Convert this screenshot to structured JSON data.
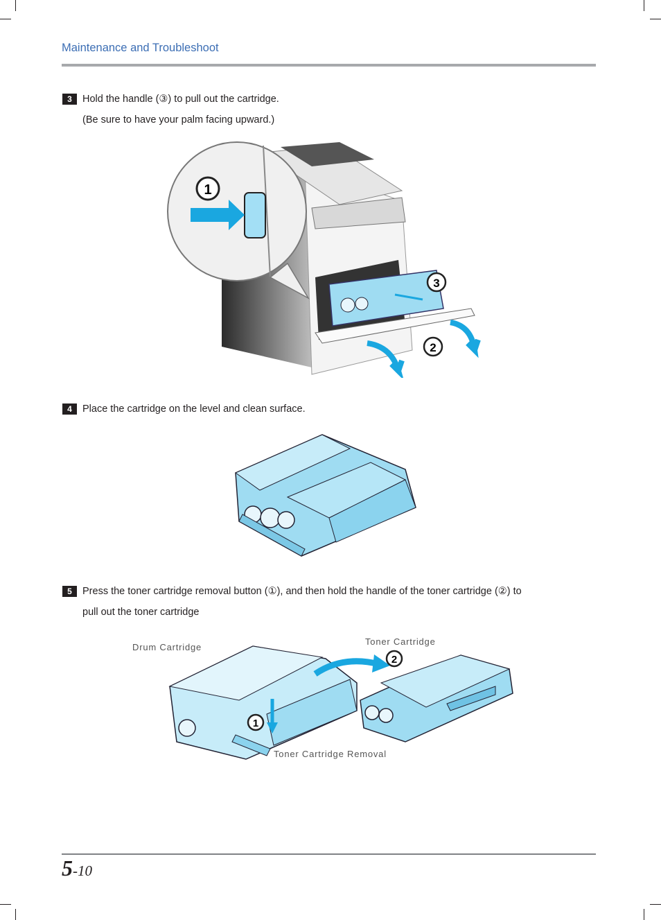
{
  "header": {
    "section_title": "Maintenance and Troubleshoot"
  },
  "steps": [
    {
      "number": "3",
      "lines": [
        "Hold the handle (③) to pull out the cartridge.",
        "(Be sure to have your palm facing upward.)"
      ]
    },
    {
      "number": "4",
      "lines": [
        "Place the cartridge on the level and clean surface."
      ]
    },
    {
      "number": "5",
      "lines": [
        "Press the toner cartridge removal button (①), and then hold the handle of the toner cartridge (②) to",
        "pull out the toner cartridge"
      ]
    }
  ],
  "figure1": {
    "markers": [
      "1",
      "3",
      "2"
    ]
  },
  "figure3": {
    "labels": {
      "drum": "Drum Cartridge",
      "toner": "Toner Cartridge",
      "removal": "Toner Cartridge Removal"
    },
    "markers": [
      "2",
      "1"
    ]
  },
  "footer": {
    "chapter": "5",
    "page": "-10"
  },
  "colors": {
    "accent_blue": "#3c6eb4",
    "cartridge_cyan": "#9fdcf2",
    "arrow_blue": "#1aa7e0"
  }
}
